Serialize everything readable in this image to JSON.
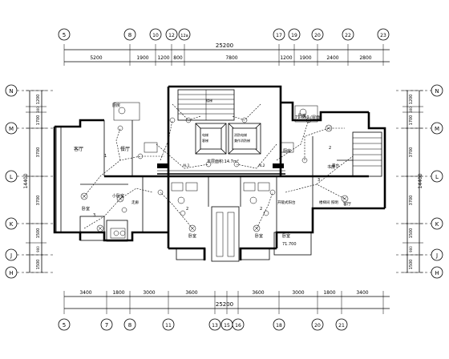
{
  "axes": {
    "top": [
      "5",
      "8",
      "10",
      "12",
      "12a",
      "17",
      "19",
      "20",
      "22",
      "23"
    ],
    "bottom": [
      "5",
      "7",
      "8",
      "11",
      "13",
      "15",
      "16",
      "18",
      "20",
      "21"
    ],
    "left": [
      "N",
      "M",
      "L",
      "K",
      "J",
      "H"
    ],
    "right": [
      "N",
      "M",
      "L",
      "K",
      "J",
      "H"
    ]
  },
  "dimensions": {
    "top_overall": "25200",
    "top_segments": [
      "5200",
      "1900",
      "1200",
      "800",
      "7800",
      "1200",
      "1900",
      "2400",
      "2800"
    ],
    "bottom_overall": "25200",
    "bottom_segments": [
      "3400",
      "1800",
      "3000",
      "3600",
      "3600",
      "3000",
      "1800",
      "3400"
    ],
    "side_segments": [
      "1200",
      "300",
      "1700",
      "3700",
      "3700",
      "1500",
      "900",
      "1500"
    ],
    "side_overall": "14400"
  },
  "rooms": {
    "living_left": "客厅",
    "dining_left": "餐厅",
    "bedroom_left": "卧室",
    "kitchen_left": "厨房",
    "small_room": "小卧室",
    "elevator_left": "电梯",
    "elevator_right": "消防电梯",
    "elevator_left_sub": "客梯",
    "elevator_right_sub": "兼作消防梯",
    "bedroom_right": "卧室",
    "study_right": "书房",
    "living_right": "客厅",
    "stair": "楼梯",
    "bedroom_bottom_a": "卧室",
    "bedroom_bottom_b": "卧室",
    "bedroom_bottom_c": "卧室",
    "kitchen_right": "厨房"
  },
  "annotations": {
    "elevation_top": "71.650 (屋面)",
    "elevation_bottom": "71.700",
    "area_note": "本层面积:14.7m²",
    "panel_left": "AL1",
    "panel_right": "AL2",
    "room_label_lb": "走廊",
    "room_label_rb": "楼梯间 照明",
    "corridor_note": "开敞式阳台",
    "balcony_note": "露台"
  }
}
